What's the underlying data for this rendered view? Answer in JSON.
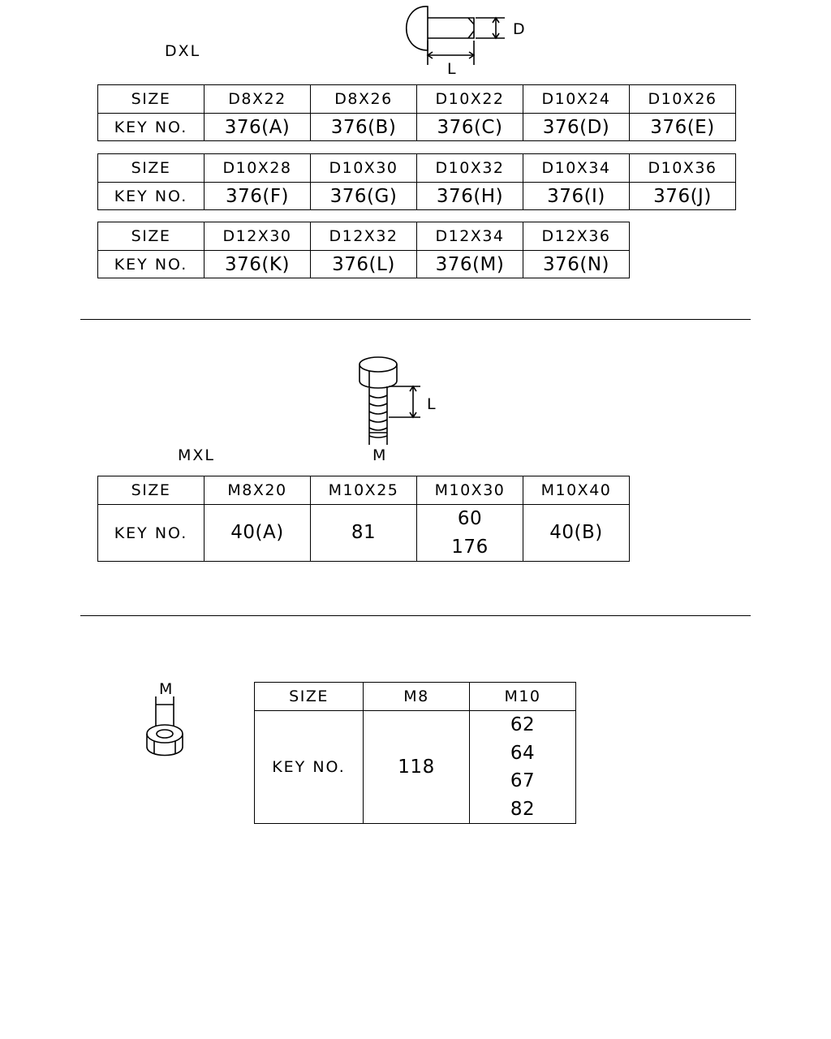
{
  "rivet": {
    "label": "DXL",
    "dim_d": "D",
    "dim_l": "L",
    "tables": [
      {
        "size_label": "SIZE",
        "key_label": "KEY NO.",
        "sizes": [
          "D8X22",
          "D8X26",
          "D10X22",
          "D10X24",
          "D10X26"
        ],
        "keys": [
          "376(A)",
          "376(B)",
          "376(C)",
          "376(D)",
          "376(E)"
        ]
      },
      {
        "size_label": "SIZE",
        "key_label": "KEY NO.",
        "sizes": [
          "D10X28",
          "D10X30",
          "D10X32",
          "D10X34",
          "D10X36"
        ],
        "keys": [
          "376(F)",
          "376(G)",
          "376(H)",
          "376(I)",
          "376(J)"
        ]
      },
      {
        "size_label": "SIZE",
        "key_label": "KEY NO.",
        "sizes": [
          "D12X30",
          "D12X32",
          "D12X34",
          "D12X36"
        ],
        "keys": [
          "376(K)",
          "376(L)",
          "376(M)",
          "376(N)"
        ]
      }
    ]
  },
  "bolt": {
    "label": "MXL",
    "dim_l": "L",
    "dim_m": "M",
    "table": {
      "size_label": "SIZE",
      "key_label": "KEY NO.",
      "sizes": [
        "M8X20",
        "M10X25",
        "M10X30",
        "M10X40"
      ],
      "keys": [
        [
          "40(A)"
        ],
        [
          "81"
        ],
        [
          "60",
          "176"
        ],
        [
          "40(B)"
        ]
      ]
    }
  },
  "nut": {
    "dim_m": "M",
    "table": {
      "size_label": "SIZE",
      "key_label": "KEY NO.",
      "sizes": [
        "M8",
        "M10"
      ],
      "keys": [
        [
          "118"
        ],
        [
          "62",
          "64",
          "67",
          "82"
        ]
      ]
    }
  }
}
